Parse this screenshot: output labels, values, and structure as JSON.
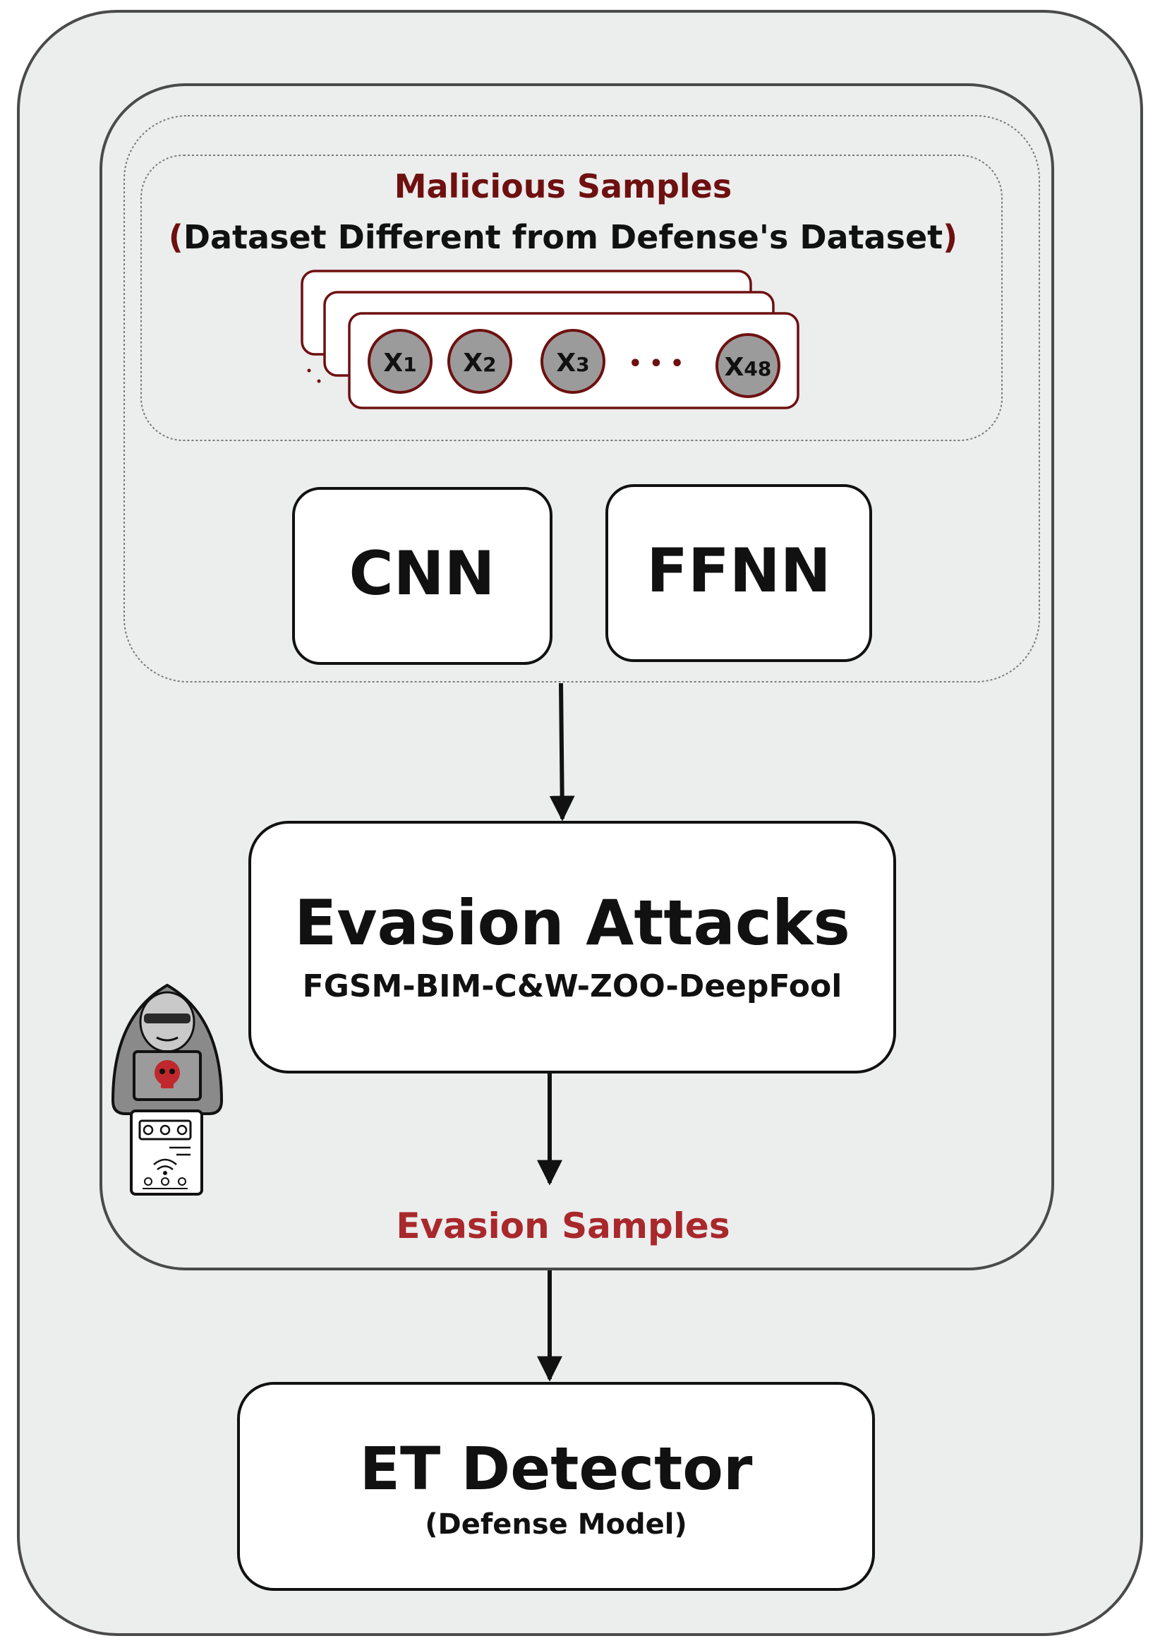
{
  "samples": {
    "title": "Malicious Samples",
    "subtitle": "Dataset Different from Defense's Dataset",
    "paren_open": "(",
    "paren_close": ")",
    "features": [
      {
        "base": "X",
        "sub": "1"
      },
      {
        "base": "X",
        "sub": "2"
      },
      {
        "base": "X",
        "sub": "3"
      },
      {
        "base": "X",
        "sub": "48"
      }
    ],
    "ellipsis": "• • •"
  },
  "models": [
    {
      "label": "CNN"
    },
    {
      "label": "FFNN"
    }
  ],
  "attack": {
    "title": "Evasion Attacks",
    "methods": "FGSM-BIM-C&W-ZOO-DeepFool"
  },
  "output": {
    "label": "Evasion Samples"
  },
  "detector": {
    "title": "ET Detector",
    "subtitle": "(Defense Model)"
  },
  "colors": {
    "dark_red": "#6e1010",
    "red": "#a8282b",
    "panel_fill": "#eceded",
    "stroke": "#4a4a4a",
    "feature_fill": "#9b9b9b",
    "text": "#111111"
  }
}
